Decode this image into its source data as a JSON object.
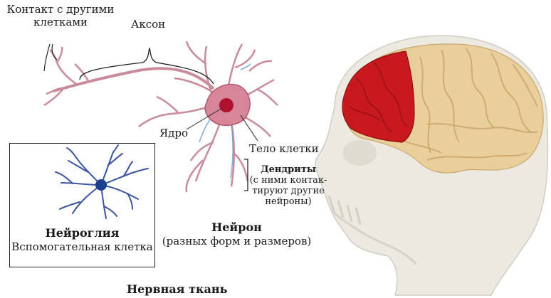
{
  "labels": {
    "contact_line1": "Контакт с другими",
    "contact_line2": "клетками",
    "axon": "Аксон",
    "nucleus": "Ядро",
    "cell_body": "Тело клетки",
    "dendrites_title": "Дендриты",
    "dendrites_line1": "(с ними контак-",
    "dendrites_line2": "тируют другие",
    "dendrites_line3": "нейроны)",
    "neuron_title": "Нейрон",
    "neuron_subtitle": "(разных форм и размеров)",
    "neuroglia_title": "Нейроглия",
    "neuroglia_subtitle": "Вспомогательная клетка",
    "caption": "Нервная ткань"
  },
  "colors": {
    "neuron_fill": "#c98a9a",
    "neuron_core": "#c8384f",
    "nucleus": "#b0122e",
    "dendrite_blue": "#6a9fd0",
    "glia": "#3a55a0",
    "brain": "#e8cf9c",
    "frontal_lobe": "#c8191e",
    "skull": "#e7e4dc"
  }
}
